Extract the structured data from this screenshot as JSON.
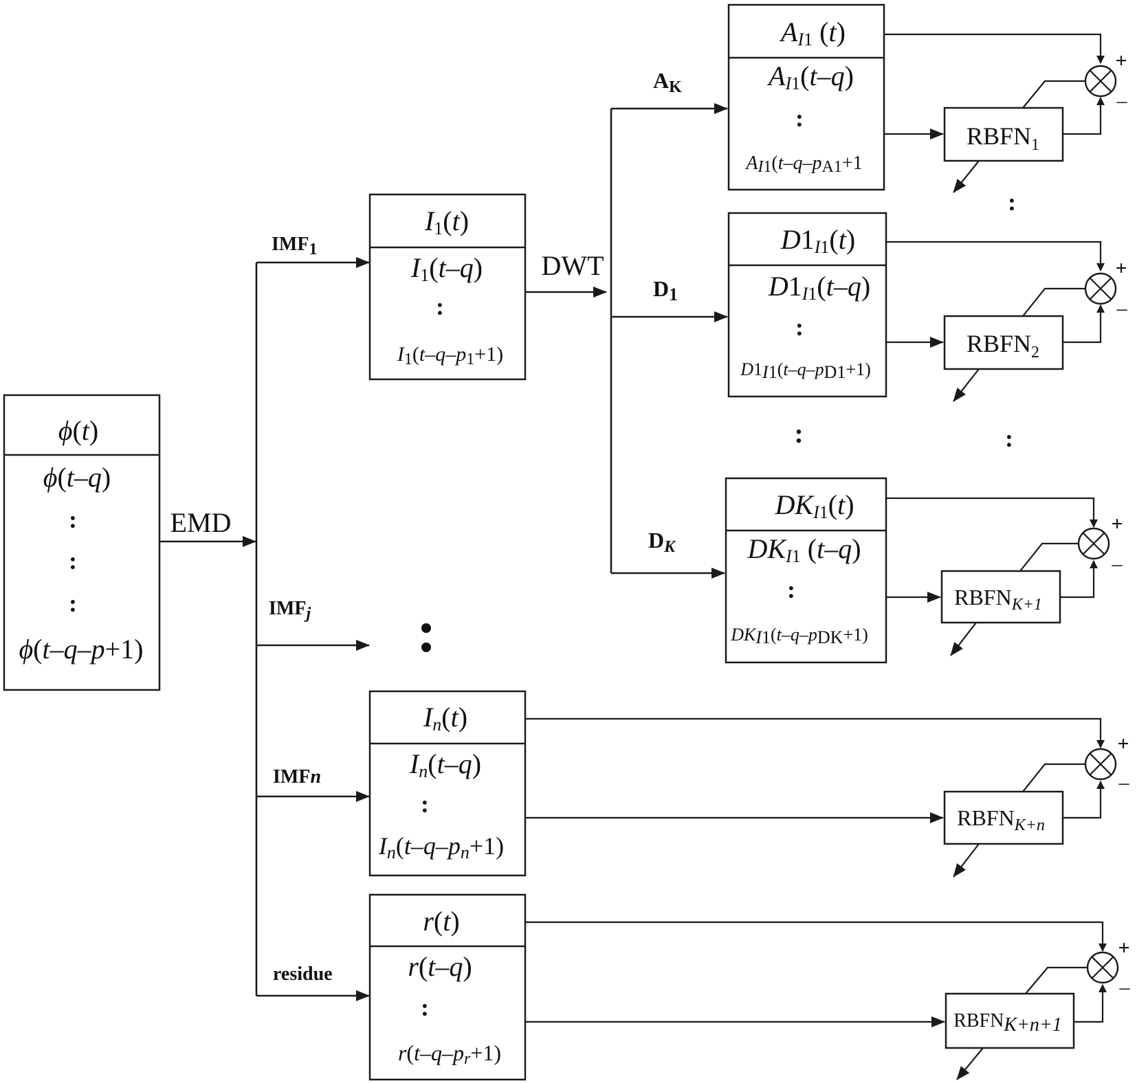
{
  "labels": {
    "emd": "EMD",
    "dwt": "DWT",
    "imf1": "IMF",
    "imf1_sub": "1",
    "imfj": "IMF",
    "imfj_sub": "j",
    "imfn": "IMF",
    "imfn_sub": "n",
    "residue": "residue",
    "ak": "A",
    "ak_sub": "K",
    "d1": "D",
    "d1_sub": "1",
    "dk": "D",
    "dk_sub": "K",
    "dots": ":",
    "plus": "+",
    "minus": "–"
  },
  "rbfn": {
    "base": "RBFN",
    "sub1": "1",
    "sub2": "2",
    "subK1": "K+1",
    "subKn": "K+n",
    "subKn1": "K+n+1"
  }
}
